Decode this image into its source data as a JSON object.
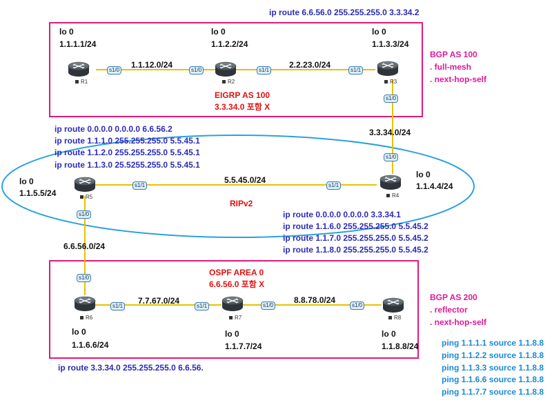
{
  "colors": {
    "link": "#e6c200",
    "box": "#e0187a",
    "rip": "#2aa0e0",
    "blue_text": "#2b2bb8",
    "red_text": "#e01010",
    "pink_text": "#e0189a",
    "cyan_text": "#1a8ad4"
  },
  "icons": {
    "router": "router-icon"
  },
  "routers": {
    "r1": {
      "name": "R1",
      "lo_title": "lo 0",
      "lo_addr": "1.1.1.1/24"
    },
    "r2": {
      "name": "R2",
      "lo_title": "lo 0",
      "lo_addr": "1.1.2.2/24"
    },
    "r3": {
      "name": "R3",
      "lo_title": "lo 0",
      "lo_addr": "1.1.3.3/24"
    },
    "r4": {
      "name": "R4",
      "lo_title": "lo 0",
      "lo_addr": "1.1.4.4/24"
    },
    "r5": {
      "name": "R5",
      "lo_title": "lo 0",
      "lo_addr": "1.1.5.5/24"
    },
    "r6": {
      "name": "R6",
      "lo_title": "lo 0",
      "lo_addr": "1.1.6.6/24"
    },
    "r7": {
      "name": "R7",
      "lo_title": "lo 0",
      "lo_addr": "1.1.7.7/24"
    },
    "r8": {
      "name": "R8",
      "lo_title": "lo 0",
      "lo_addr": "1.1.8.8/24"
    }
  },
  "links": {
    "r1_r2": {
      "subnet": "1.1.12.0/24",
      "a": "s1/0",
      "b": "s1/0"
    },
    "r2_r3": {
      "subnet": "2.2.23.0/24",
      "a": "s1/1",
      "b": "s1/1"
    },
    "r3_r4": {
      "subnet": "3.3.34.0/24",
      "a": "s1/0",
      "b": "s1/0"
    },
    "r5_r4": {
      "subnet": "5.5.45.0/24",
      "a": "s1/1",
      "b": "s1/1"
    },
    "r5_r6": {
      "subnet": "6.6.56.0/24",
      "a": "s1/0",
      "b": "s1/0"
    },
    "r6_r7": {
      "subnet": "7.7.67.0/24",
      "a": "s1/1",
      "b": "s1/1"
    },
    "r7_r8": {
      "subnet": "8.8.78.0/24",
      "a": "s1/0",
      "b": "s1/0"
    }
  },
  "areas": {
    "eigrp": {
      "title": "EIGRP AS 100",
      "note": "3.3.34.0 포함 X"
    },
    "rip": {
      "title": "RIPv2"
    },
    "ospf": {
      "title": "OSPF AREA 0",
      "note": "6.6.56.0 포함 X"
    }
  },
  "bgp": {
    "as100": {
      "title": "BGP AS 100",
      "lines": [
        ". full-mesh",
        ". next-hop-self"
      ]
    },
    "as200": {
      "title": "BGP AS 200",
      "lines": [
        ". reflector",
        ". next-hop-self"
      ]
    }
  },
  "static_routes": {
    "r3": "ip route 6.6.56.0 255.255.255.0 3.3.34.2",
    "r5": [
      "ip route 0.0.0.0 0.0.0.0 6.6.56.2",
      "ip route 1.1.1.0 255.255.255.0 5.5.45.1",
      "ip route 1.1.2.0 255.255.255.0 5.5.45.1",
      "ip route 1.1.3.0 25.5255.255.0 5.5.45.1"
    ],
    "r4": [
      "ip route 0.0.0.0 0.0.0.0 3.3.34.1",
      "ip route 1.1.6.0 255.255.255.0 5.5.45.2",
      "ip route 1.1.7.0 255.255.255.0 5.5.45.2",
      "ip route 1.1.8.0 255.255.255.0 5.5.45.2"
    ],
    "r6": "ip route 3.3.34.0 255.255.255.0 6.6.56."
  },
  "pings": [
    "ping 1.1.1.1 source 1.1.8.8",
    "ping 1.1.2.2 source 1.1.8.8",
    "ping 1.1.3.3 source 1.1.8.8",
    "ping 1.1.6.6 source 1.1.8.8",
    "ping 1.1.7.7 source 1.1.8.8"
  ]
}
